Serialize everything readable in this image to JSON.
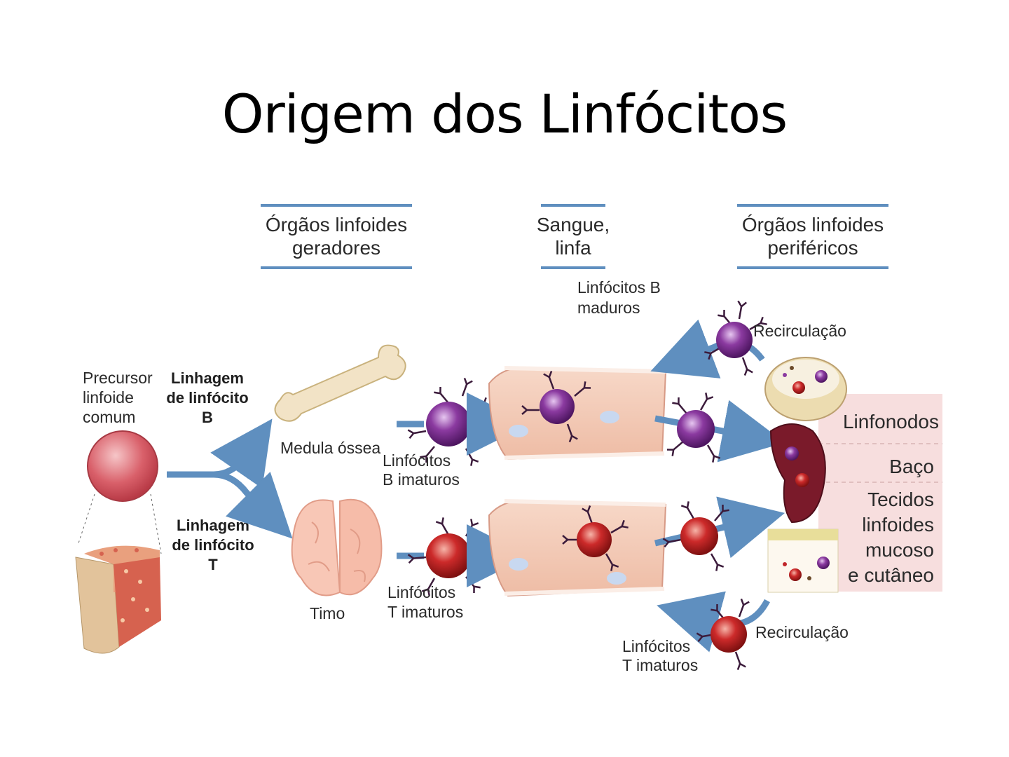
{
  "title": "Origem dos Linfócitos",
  "headers": {
    "generators": [
      "Órgãos linfoides",
      "geradores"
    ],
    "blood": [
      "Sangue,",
      "linfa"
    ],
    "peripheral": [
      "Órgãos linfoides",
      "periféricos"
    ]
  },
  "labels": {
    "precursor": [
      "Precursor",
      "linfoide",
      "comum"
    ],
    "lineage_b": [
      "Linhagem",
      "de linfócito",
      "B"
    ],
    "lineage_t": [
      "Linhagem",
      "de linfócito",
      "T"
    ],
    "bone_marrow": "Medula óssea",
    "thymus": "Timo",
    "immature_b": [
      "Linfócitos",
      "B imaturos"
    ],
    "immature_t": [
      "Linfócitos",
      "T imaturos"
    ],
    "mature_b": [
      "Linfócitos B",
      "maduros"
    ],
    "recirc_top": "Recirculação",
    "recirc_bottom": "Recirculação",
    "recirc_t": [
      "Linfócitos",
      "T imaturos"
    ]
  },
  "side_labels": {
    "lymph_nodes": "Linfonodos",
    "spleen": "Baço",
    "mucosal": [
      "Tecidos",
      "linfoides",
      "mucoso",
      "e cutâneo"
    ]
  },
  "colors": {
    "b_cell": "#7b2c8c",
    "t_cell": "#c0262a",
    "arrow": "#5f8fbf",
    "tissue": "#f3c9b6",
    "side_panel": "#f7dede"
  }
}
